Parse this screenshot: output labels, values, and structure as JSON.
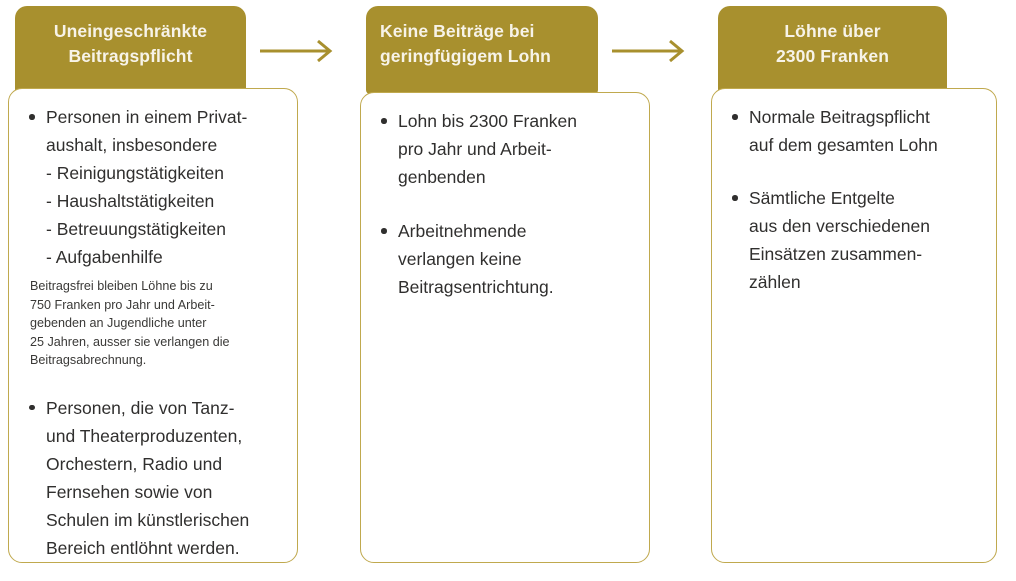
{
  "theme": {
    "header_bg": "#a8902e",
    "header_text": "#f7f3e8",
    "body_border": "#c0a94e",
    "body_bg": "#ffffff",
    "text": "#302f2e",
    "arrow": "#a8902e"
  },
  "diagram": {
    "type": "flow",
    "direction": "left-to-right",
    "cards": [
      {
        "title": "Uneingeschränkte\nBeitragspflicht",
        "title_align": "center",
        "blocks": [
          {
            "kind": "bullet",
            "text": "Personen in einem Privat-\naushalt, insbesondere"
          },
          {
            "kind": "subitems",
            "text": "- Reinigungstätigkeiten\n- Haushaltstätigkeiten\n- Betreuungstätigkeiten\n- Aufgabenhilfe"
          },
          {
            "kind": "note",
            "text": "Beitragsfrei bleiben Löhne bis zu\n750 Franken pro Jahr und Arbeit-\ngebenden an Jugendliche unter\n25 Jahren, ausser sie verlangen die\nBeitragsabrechnung."
          },
          {
            "kind": "bullet",
            "text": "Personen, die von Tanz-\nund Theaterproduzenten,\nOrchestern, Radio und\nFernsehen sowie von\nSchulen im künstlerischen\nBereich entlöhnt werden."
          }
        ]
      },
      {
        "title": "Keine Beiträge bei\ngeringfügigem Lohn",
        "title_align": "left",
        "blocks": [
          {
            "kind": "bullet",
            "text": "Lohn bis 2300 Franken\npro Jahr und Arbeit-\ngenbenden"
          },
          {
            "kind": "bullet",
            "text": "Arbeitnehmende\nverlangen keine\nBeitragsentrichtung."
          }
        ]
      },
      {
        "title": "Löhne über\n2300 Franken",
        "title_align": "center",
        "blocks": [
          {
            "kind": "bullet",
            "text": "Normale Beitragspflicht\nauf dem gesamten Lohn"
          },
          {
            "kind": "bullet",
            "text": "Sämtliche Entgelte\naus den verschiedenen\nEinsätzen zusammen-\nzählen"
          }
        ]
      }
    ],
    "connectors": [
      {
        "from": "card-1",
        "to": "card-2",
        "glyph": "arrow-right"
      },
      {
        "from": "card-2",
        "to": "card-3",
        "glyph": "arrow-right"
      }
    ]
  }
}
